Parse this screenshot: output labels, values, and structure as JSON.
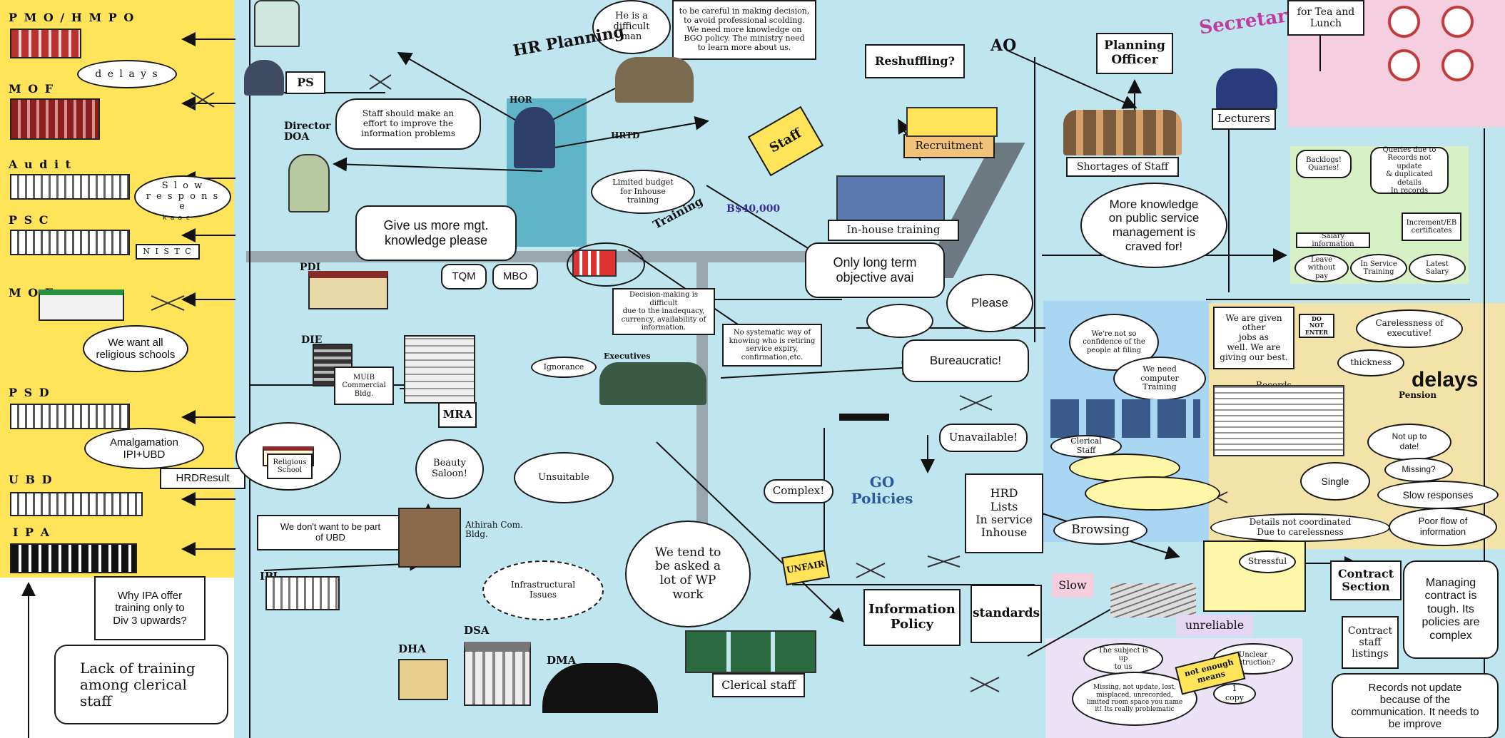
{
  "colors": {
    "background": "#bfe6ee",
    "left_panel": "#ffe45a",
    "right_panel": "#f4e3a8",
    "pink_panel": "#f5cfe0",
    "green_panel": "#d7efc4",
    "blue_panel": "#a9d6f3",
    "lavender": "#e6d6f5",
    "road": "#9aa6ad"
  },
  "agencies": [
    {
      "label": "P M O / H M P O",
      "icon": "building-red-icon"
    },
    {
      "label": "M O F",
      "icon": "building-red-icon"
    },
    {
      "label": "A u d i t",
      "icon": "building-white-icon"
    },
    {
      "label": "P S C",
      "icon": "building-white-icon"
    },
    {
      "label": "M O E",
      "icon": "school-icon"
    },
    {
      "label": "P S D",
      "icon": "building-white-icon"
    },
    {
      "label": "U B D",
      "icon": "building-white-icon"
    },
    {
      "label": "I P A",
      "icon": "building-black-icon"
    }
  ],
  "left_notes": {
    "delays": "d e l a y s",
    "slow_response": "S l o w\nr e s p o n s e",
    "nistc": "N I S T C",
    "nistc_small": "k a a c",
    "religious_schools": "We want all\nreligious schools",
    "amalgamation": "Amalgamation\nIPI+UBD",
    "hrd_result": "HRDResult",
    "religious_school": "Religious\nSchool",
    "not_part_ubd": "We don't want to be part\nof UBD",
    "ipa_offer": "Why IPA offer\ntraining only to\nDiv 3 upwards?",
    "lack_training": "Lack of training\namong clerical\nstaff"
  },
  "center": {
    "ps": "PS",
    "director": "Director\nDOA",
    "staff_effort": "Staff should make an\neffort to improve the\ninformation problems",
    "more_mgt": "Give us more mgt.\nknowledge please",
    "tqm": "TQM",
    "mbo": "MBO",
    "pdi": "PDI",
    "die": "DIE",
    "muib": "MUIB\nCommercial\nBldg.",
    "mra": "MRA",
    "hor": "HOR",
    "hrtd": "HRTD",
    "limited_budget": "Limited budget\nfor Inhouse\ntraining",
    "difficult_man": "He is a\ndifficult\nman",
    "careful": "to be careful in making decision,\nto avoid professional scolding.\nWe need more knowledge on\nBGO policy. The ministry need\nto learn more about us.",
    "hr_planning": "HR Planning",
    "decision_making": "Decision-making is difficult\ndue to the inadequacy,\ncurrency, availability of\ninformation.",
    "no_systematic": "No systematic way of\nknowing who is retiring\nservice expiry,\nconfirmation,etc.",
    "executives": "Executives",
    "ignorance": "Ignorance",
    "training_badge": "Training",
    "money": "B$40,000",
    "beauty": "Beauty\nSaloon!",
    "unsuitable": "Unsuitable",
    "athirah": "Athirah Com.\nBldg.",
    "ipi": "IPI",
    "infrastructural": "Infrastructural\nIssues",
    "dsa": "DSA",
    "dha": "DHA",
    "dma": "DMA",
    "wp_work": "We tend to\nbe asked a\nlot of WP\nwork",
    "unfair": "UNFAIR",
    "clerical_staff": "Clerical staff",
    "complex": "Complex!",
    "go_policies": "GO\nPolicies",
    "hrd_lists": "HRD\nLists\nIn service\nInhouse",
    "unavailable": "Unavailable!",
    "information_policy": "Information\nPolicy",
    "standards": "standards",
    "bureaucratic": "Bureaucratic!",
    "please": "Please",
    "long_term": "Only long term\nobjective avai",
    "inhouse_training": "In-house training",
    "recruitment": "Recruitment",
    "staff": "Staff",
    "reshuffling": "Reshuffling?",
    "ao": "AO",
    "planning_officer": "Planning\nOfficer",
    "secretary": "Secretary",
    "lecturers": "Lecturers",
    "shortages": "Shortages of Staff",
    "more_knowledge": "More knowledge\non public service\nmanagement is\ncraved for!",
    "tea": "for Tea and\nLunch"
  },
  "right": {
    "backlogs": "Backlogs!\nQuaries!",
    "queries": "Queries due to\nRecords not update\n& duplicated details\nIn records",
    "salary_info": "Salary information",
    "increment": "Increment/EB\ncertificates",
    "leave": "Leave\nwithout pay",
    "in_service": "In Service\nTraining",
    "latest_salary": "Latest\nSalary",
    "not_confidence": "We're not so\nconfidence of the\npeople at filing",
    "need_computer": "We need\ncomputer Training",
    "clerical_staff2": "Clerical Staff",
    "other_jobs": "We are given other\njobs as\nwell. We are\ngiving our best.",
    "do_not_enter": "DO NOT\nENTER",
    "carelessness": "Carelessness of\nexecutive!",
    "thickness": "thickness",
    "records": "Records",
    "pension": "Pension",
    "delays": "delays",
    "not_up_to_date": "Not up to\ndate!",
    "missing": "Missing?",
    "single": "Single",
    "slow_responses": "Slow responses",
    "details_not_coord": "Details not coordinated\nDue to carelessness",
    "poor_flow": "Poor flow of\ninformation",
    "browsing": "Browsing",
    "stressful": "Stressful",
    "contract_section": "Contract\nSection",
    "managing_contract": "Managing\ncontract is\ntough. Its\npolicies are\ncomplex",
    "slow": "Slow",
    "unreliable": "unreliable",
    "subject": "The subject is up\nto us",
    "unclear": "Unclear\nInstruction?",
    "missing_list": "Missing, not update, lost,\nmisplaced, unrecorded,\nlimited room space you name\nit! Its really problematic",
    "not_enough": "not enough\nmeans",
    "copy": "1 copy",
    "contract_staff": "Contract\nstaff\nlistings",
    "records_not_update": "Records not update\nbecause of the\ncommunication. It needs to\nbe improve"
  }
}
